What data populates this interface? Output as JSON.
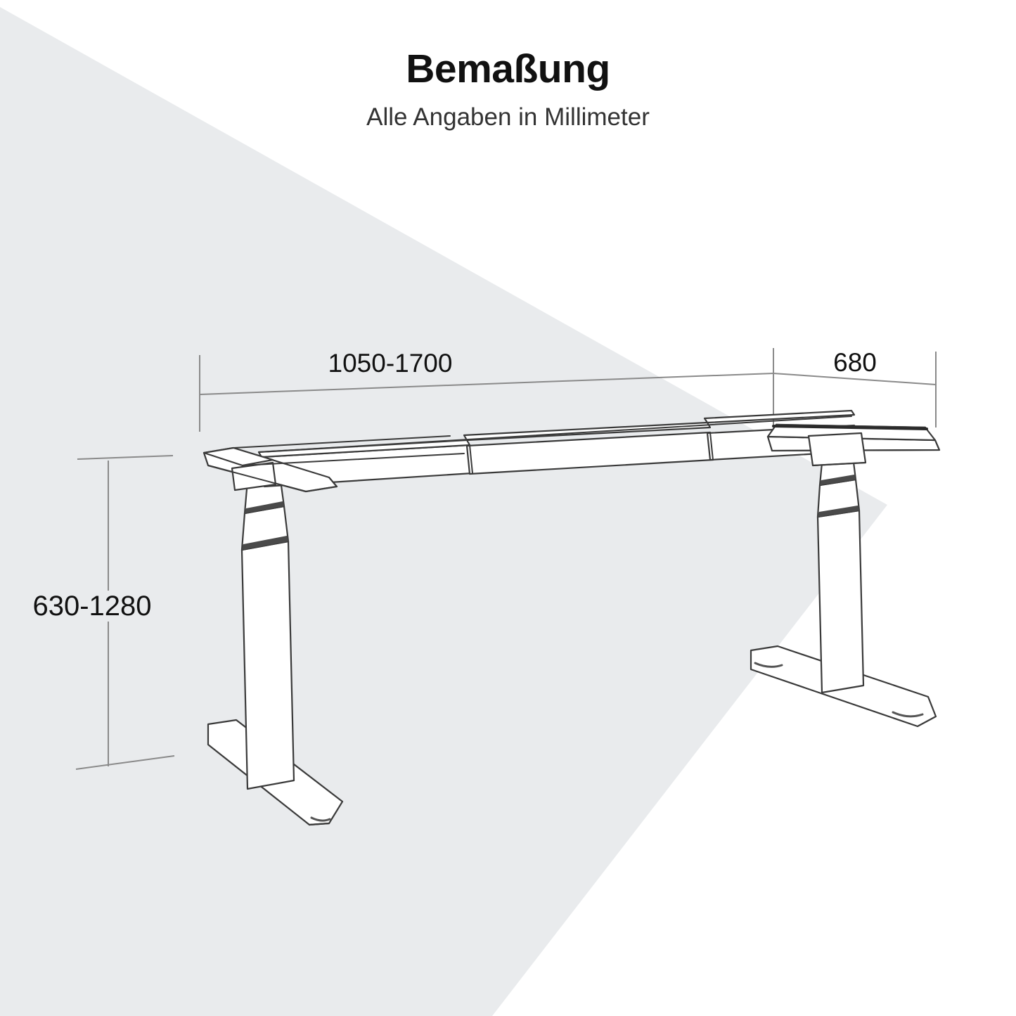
{
  "header": {
    "title": "Bemaßung",
    "subtitle": "Alle Angaben in Millimeter"
  },
  "drawing": {
    "subject": "height-adjustable-desk-frame",
    "view": "isometric-perspective",
    "background_band_color": "#e9ebed",
    "line_color": "#3a3a3a",
    "dimension_line_color": "#8a8a8a",
    "fill_color": "#ffffff"
  },
  "dimensions": {
    "width": {
      "label": "1050-1700",
      "unit": "mm",
      "min": 1050,
      "max": 1700,
      "axis": "width"
    },
    "depth": {
      "label": "680",
      "unit": "mm",
      "value": 680,
      "axis": "depth"
    },
    "height": {
      "label": "630-1280",
      "unit": "mm",
      "min": 630,
      "max": 1280,
      "axis": "height"
    }
  },
  "parts": {
    "control_panel": "control-panel",
    "left_column": "telescopic-column-left",
    "right_column": "telescopic-column-right",
    "left_foot": "foot-left",
    "right_foot": "foot-right",
    "crossbeam": "telescopic-crossbeam"
  }
}
